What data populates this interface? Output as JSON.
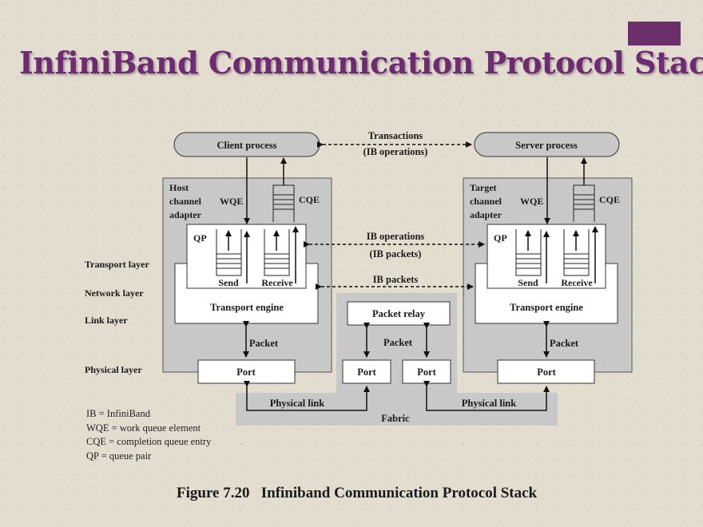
{
  "slide": {
    "title": "InfiniBand Communication Protocol Stack"
  },
  "diagram": {
    "client_process": "Client process",
    "server_process": "Server process",
    "transactions_line1": "Transactions",
    "transactions_line2": "(IB operations)",
    "host_adapter_lines": [
      "Host",
      "channel",
      "adapter"
    ],
    "target_adapter_lines": [
      "Target",
      "channel",
      "adapter"
    ],
    "wqe": "WQE",
    "cqe": "CQE",
    "qp": "QP",
    "send": "Send",
    "receive": "Receive",
    "ib_operations_line1": "IB operations",
    "ib_operations_line2": "(IB packets)",
    "ib_packets": "IB packets",
    "transport_engine": "Transport engine",
    "packet_relay": "Packet relay",
    "packet": "Packet",
    "port": "Port",
    "physical_link": "Physical link",
    "fabric": "Fabric",
    "layers": {
      "transport": "Transport layer",
      "network": "Network layer",
      "link": "Link layer",
      "physical": "Physical layer"
    }
  },
  "legend": [
    "IB = InfiniBand",
    "WQE = work queue element",
    "CQE = completion queue entry",
    "QP = queue pair"
  ],
  "caption": {
    "figure_number": "Figure 7.20",
    "text": "Infiniband Communication Protocol Stack"
  },
  "colors": {
    "title": "#6e2b72",
    "accent": "#6b2f6b",
    "adapter_gray": "#c8c8c9",
    "background": "#e3ddd0"
  }
}
